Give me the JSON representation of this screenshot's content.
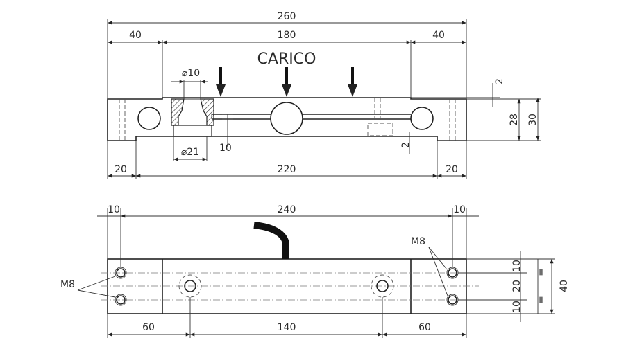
{
  "side_view": {
    "load_label": "CARICO",
    "dims": {
      "overall_length": "260",
      "left_end": "40",
      "middle": "180",
      "right_end": "40",
      "bore_small": "⌀10",
      "bore_large": "⌀21",
      "slot_left": "10",
      "slot_right": "2",
      "gap_top": "2",
      "inner_height": "28",
      "total_height": "30",
      "bottom_left": "20",
      "bottom_span": "220",
      "bottom_right": "20"
    }
  },
  "top_view": {
    "thread_label_left": "M8",
    "thread_label_right": "M8",
    "dims": {
      "left_edge": "10",
      "hole_span": "240",
      "right_edge": "10",
      "left_mount": "60",
      "mid_mount": "140",
      "right_mount": "60",
      "v_top": "10",
      "v_mid": "20",
      "v_bot": "10",
      "equal_top": "=",
      "equal_bot": "=",
      "width": "40"
    }
  }
}
